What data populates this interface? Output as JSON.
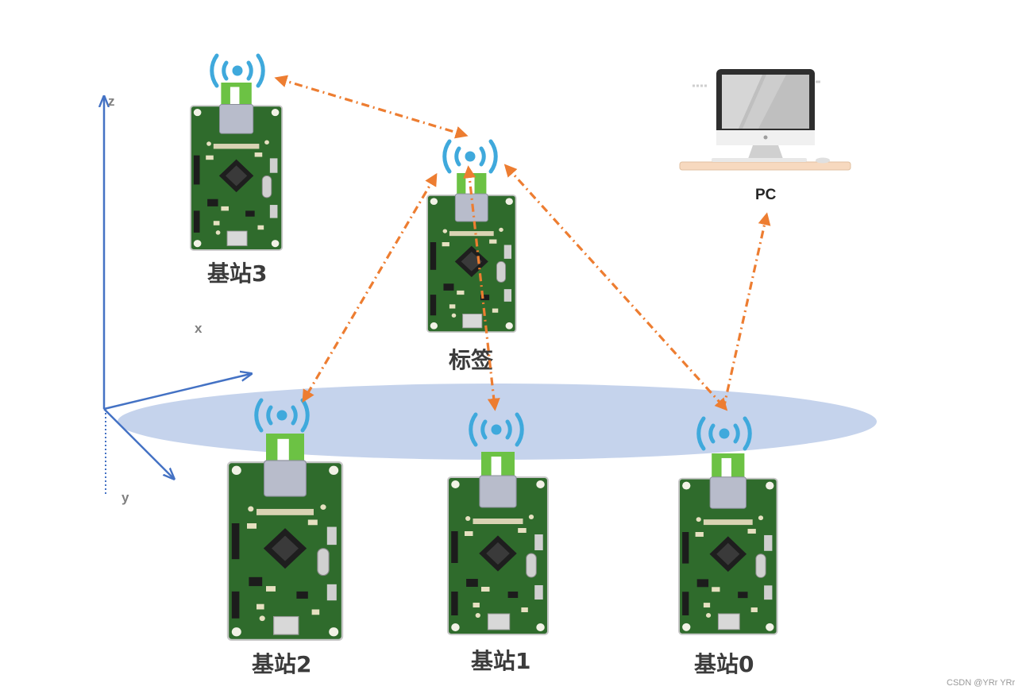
{
  "nodes": {
    "anchor3": {
      "label": "基站3"
    },
    "tag": {
      "label": "标签"
    },
    "anchor2": {
      "label": "基站2"
    },
    "anchor1": {
      "label": "基站1"
    },
    "anchor0": {
      "label": "基站0"
    },
    "pc": {
      "label": "PC"
    }
  },
  "axes": {
    "z": "z",
    "x": "x",
    "y": "y"
  },
  "watermark": "CSDN @YRr YRr",
  "colors": {
    "link": "#ED7D31",
    "axis": "#4472C4",
    "plane": "#C5D3EC",
    "pcb": "#2F6B2C",
    "module": "#6CC244",
    "signal": "#3FA9DC"
  },
  "icons": {
    "board": "uwb-board-icon",
    "signal": "wifi-signal-icon",
    "pc": "desktop-monitor-icon"
  }
}
